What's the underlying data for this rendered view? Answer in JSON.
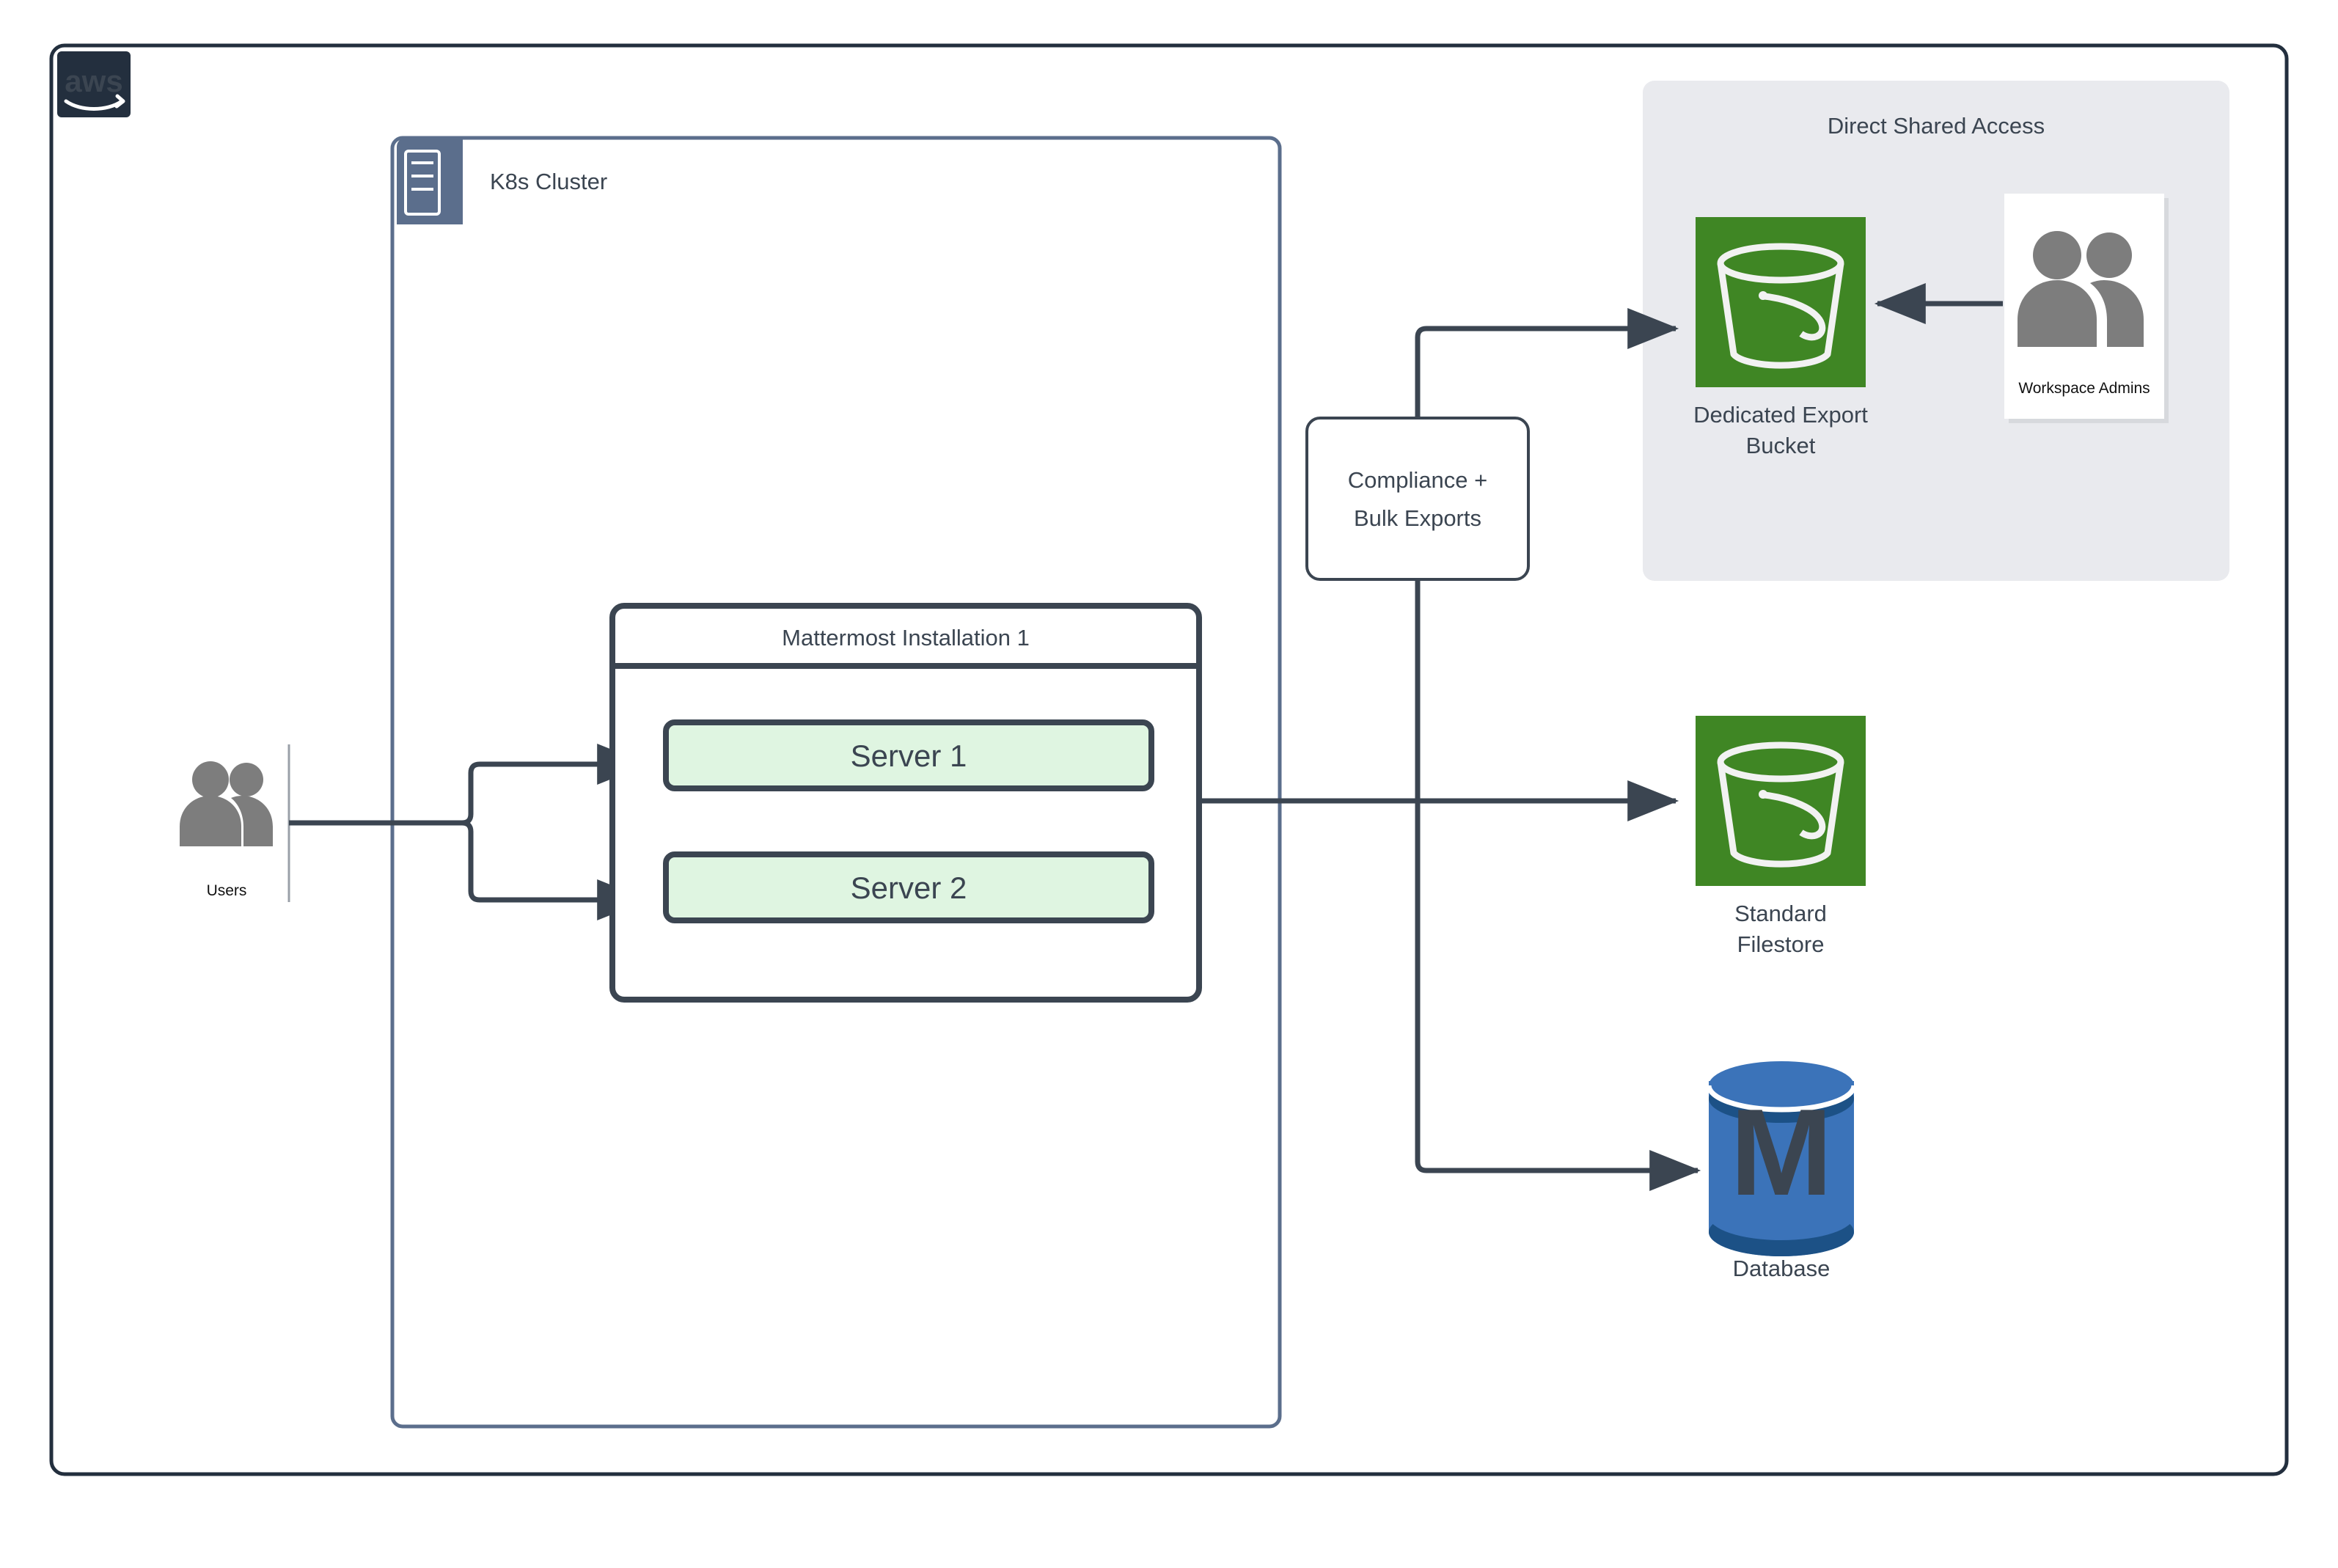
{
  "diagram": {
    "title_cloud": "aws",
    "colors": {
      "aws_navy": "#232f3e",
      "k8s_slate": "#5b6e8c",
      "s3_green": "#3f8624",
      "db_blue": "#3b73b9",
      "db_blue_dark": "#1c5186",
      "server_fill": "#dff5e1",
      "line_dark": "#3b4551",
      "group_fill": "#e9eaee",
      "actor_gray": "#7d7d7d",
      "label_text": "#3b4551"
    },
    "cloud": {
      "name": "aws-cloud-boundary",
      "logo_text": "aws"
    },
    "k8s_cluster": {
      "label": "K8s Cluster",
      "icon": "server-rack-icon"
    },
    "installation": {
      "title": "Mattermost Installation 1",
      "servers": [
        {
          "label": "Server 1"
        },
        {
          "label": "Server 2"
        }
      ]
    },
    "users_actor": {
      "label": "Users",
      "icon": "users-icon"
    },
    "exports_box": {
      "line1": "Compliance +",
      "line2": "Bulk Exports",
      "full_label": "Compliance + Bulk Exports"
    },
    "shared_access_group": {
      "label": "Direct Shared Access"
    },
    "export_bucket": {
      "line1": "Dedicated Export",
      "line2": "Bucket",
      "full_label": "Dedicated Export Bucket",
      "icon": "s3-bucket-icon"
    },
    "workspace_admins": {
      "label": "Workspace Admins",
      "icon": "users-icon"
    },
    "standard_filestore": {
      "line1": "Standard",
      "line2": "Filestore",
      "full_label": "Standard Filestore",
      "icon": "s3-bucket-icon"
    },
    "database": {
      "label": "Database",
      "icon": "database-cylinder-icon",
      "glyph": "M"
    },
    "connections": [
      {
        "from": "Users",
        "to": "Server 1"
      },
      {
        "from": "Users",
        "to": "Server 2"
      },
      {
        "from": "Mattermost Installation 1",
        "to": "Standard Filestore"
      },
      {
        "from": "Compliance + Bulk Exports",
        "to": "Dedicated Export Bucket"
      },
      {
        "from": "Compliance + Bulk Exports",
        "to": "Database"
      },
      {
        "from": "Workspace Admins",
        "to": "Dedicated Export Bucket"
      }
    ]
  }
}
